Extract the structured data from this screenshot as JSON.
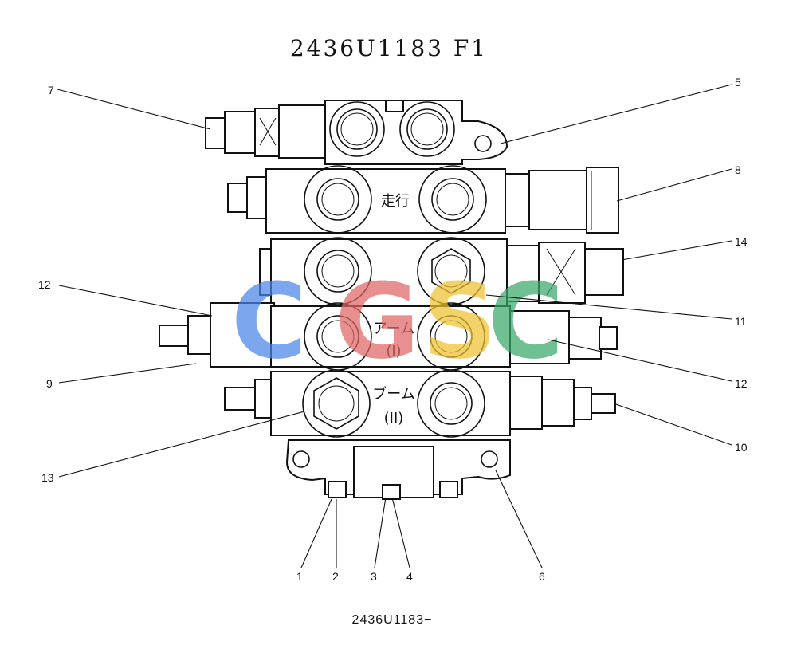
{
  "drawing": {
    "title": "2436U1183 F1",
    "caption": "2436U1183−",
    "section_labels": {
      "travel": "走行",
      "arm": "アーム",
      "arm_sub": "(I)",
      "boom": "ブーム",
      "boom_sub": "(II)"
    }
  },
  "callouts": [
    "1",
    "2",
    "3",
    "4",
    "5",
    "6",
    "7",
    "8",
    "9",
    "10",
    "11",
    "12",
    "12",
    "13",
    "14"
  ],
  "watermark": {
    "letters": [
      "C",
      "G",
      "S",
      "C"
    ],
    "colors": [
      "#4a86e8",
      "#e06666",
      "#f1c232",
      "#3aa86b"
    ]
  }
}
